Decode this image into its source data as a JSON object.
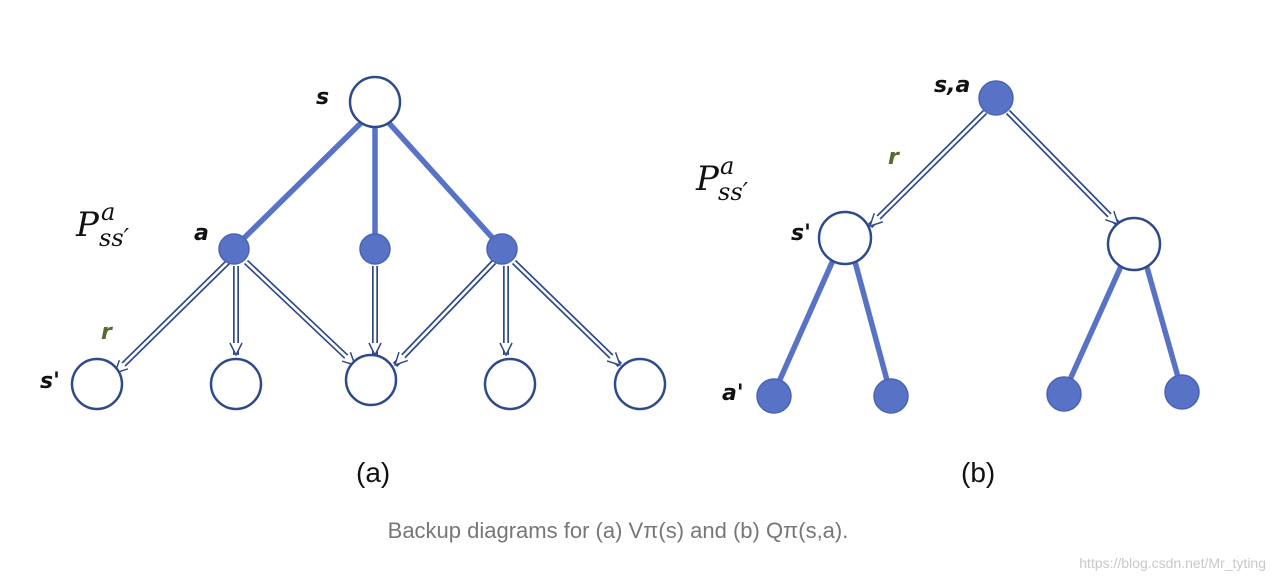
{
  "diagram_a": {
    "root_label": "s",
    "action_label": "a",
    "reward_label": "r",
    "next_state_label": "s'",
    "prob_main": "P",
    "prob_sub": "ss′",
    "prob_sup": "a",
    "sublabel": "(a)"
  },
  "diagram_b": {
    "root_label": "s,a",
    "reward_label": "r",
    "next_state_label": "s'",
    "next_action_label": "a'",
    "prob_main": "P",
    "prob_sub": "ss′",
    "prob_sup": "a",
    "sublabel": "(b)"
  },
  "caption": "Backup diagrams for (a) Vπ(s) and (b) Qπ(s,a).",
  "watermark": "https://blog.csdn.net/Mr_tyting",
  "colors": {
    "node_fill": "#5872c6",
    "node_outline": "#2f4a8a",
    "caption": "#777777"
  }
}
